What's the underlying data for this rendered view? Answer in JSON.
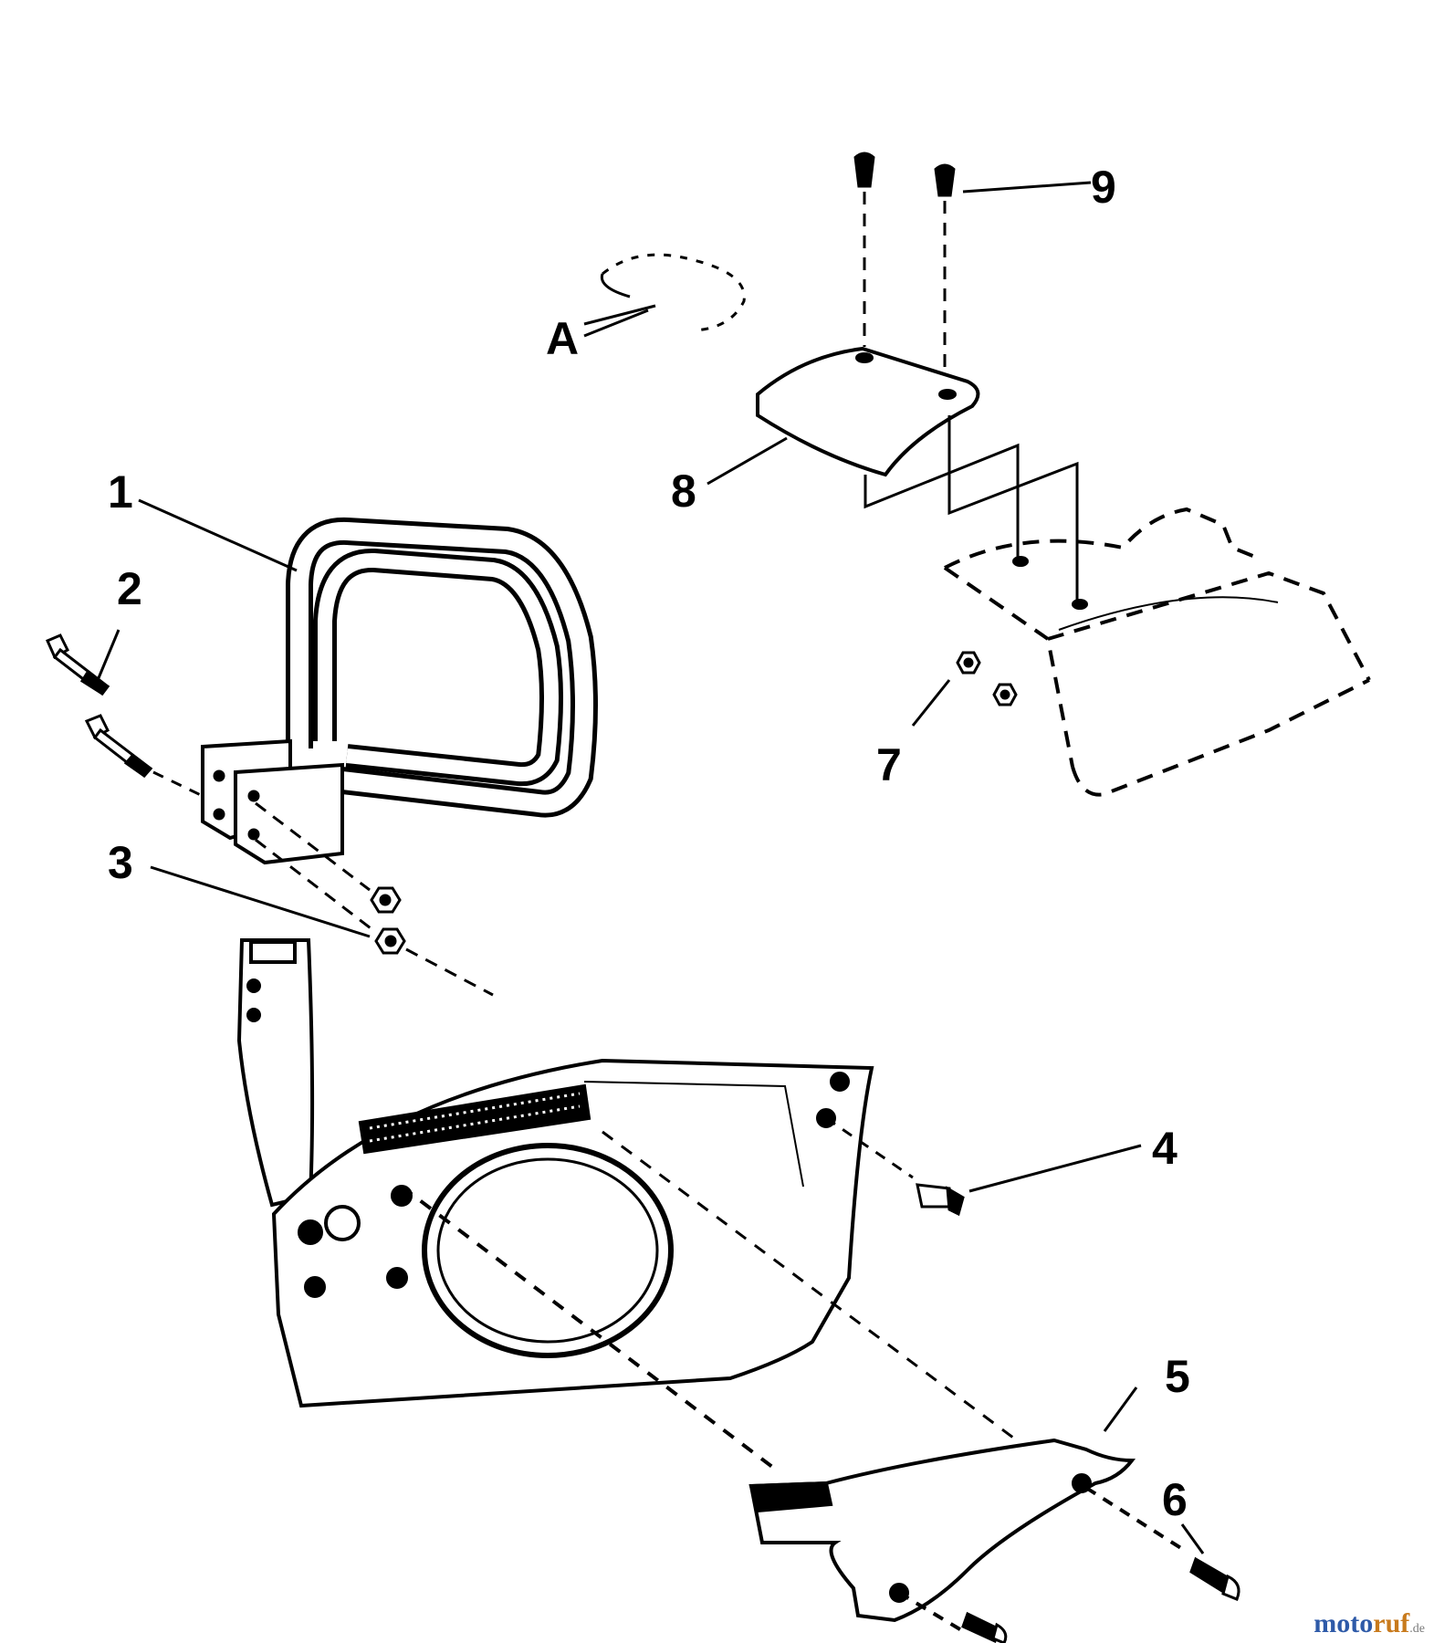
{
  "callouts": {
    "l1": "1",
    "l2": "2",
    "l3": "3",
    "l4": "4",
    "l5": "5",
    "l6": "6",
    "l7": "7",
    "l8": "8",
    "l9": "9",
    "lA": "A"
  },
  "watermark": {
    "part1": "moto",
    "part2": "ruf",
    "tld": ".de"
  }
}
